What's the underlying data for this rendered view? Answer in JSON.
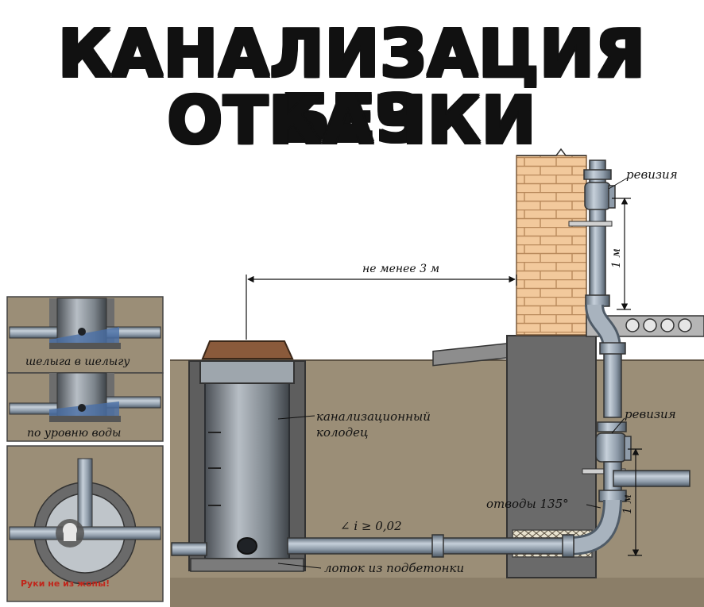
{
  "title": {
    "line1": "КАНАЛИЗАЦИЯ БЕЗ",
    "line2": "ОТКАЧКИ"
  },
  "labels": {
    "revision_top": "ревизия",
    "revision_bottom": "ревизия",
    "height_top": "1 м",
    "height_bottom": "1 м",
    "distance": "не менее 3 м",
    "well": "канализационный колодец",
    "well_line1": "канализационный",
    "well_line2": "колодец",
    "slope": "∠ i ≥ 0,02",
    "bends": "отводы 135°",
    "tray": "лоток из подбетонки"
  },
  "insets": {
    "crown_to_crown": "шелыга в шелыгу",
    "water_level": "по уровню воды"
  },
  "watermark": "Руки не из жопы!",
  "colors": {
    "ground": "#9b8e77",
    "ground_dark": "#7d705c",
    "pipe": "#8f9caa",
    "pipe_light": "#c6d0da",
    "concrete": "#6a6a6a",
    "brick": "#f2c99c",
    "lid": "#8a5a3b"
  }
}
